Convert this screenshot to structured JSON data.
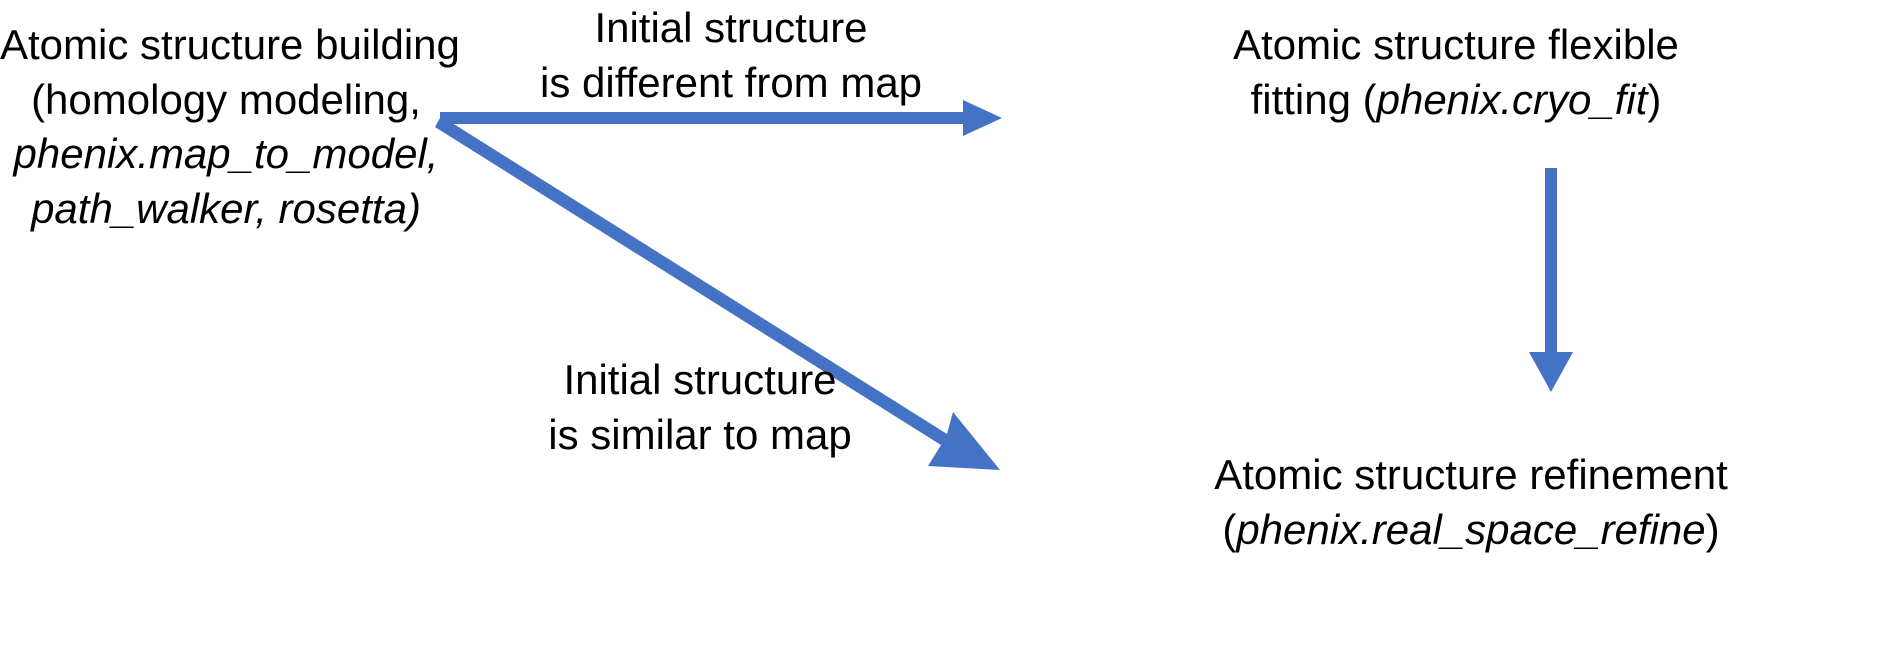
{
  "diagram": {
    "title": "Cryo-EM atomic structure workflow",
    "background_color": "#ffffff",
    "text_color": "#000000",
    "arrow_color": "#4472C4"
  },
  "nodes": {
    "building": {
      "line1": "Atomic structure building",
      "line2": "(homology modeling,",
      "line3": "phenix.map_to_model,",
      "line4": "path_walker, rosetta)"
    },
    "flexible_fitting": {
      "line1": "Atomic structure flexible",
      "line2_prefix": "fitting (",
      "line2_italic": "phenix.cryo_fit",
      "line2_suffix": ")"
    },
    "refinement": {
      "line1": "Atomic structure refinement",
      "line2_prefix": "(",
      "line2_italic": "phenix.real_space_refine",
      "line2_suffix": ")"
    }
  },
  "edge_labels": {
    "different": {
      "line1": "Initial structure",
      "line2": "is different from map"
    },
    "similar": {
      "line1": "Initial structure",
      "line2": "is similar to map"
    }
  },
  "arrows": [
    {
      "name": "arrow-building-to-flexible-fitting",
      "from": "building",
      "to": "flexible_fitting",
      "label": "Initial structure is different from map",
      "direction": "horizontal-right",
      "color": "#4472C4"
    },
    {
      "name": "arrow-building-to-refinement",
      "from": "building",
      "to": "refinement",
      "label": "Initial structure is similar to map",
      "direction": "diagonal-down-right",
      "color": "#4472C4"
    },
    {
      "name": "arrow-flexible-fitting-to-refinement",
      "from": "flexible_fitting",
      "to": "refinement",
      "label": "",
      "direction": "vertical-down",
      "color": "#4472C4"
    }
  ]
}
